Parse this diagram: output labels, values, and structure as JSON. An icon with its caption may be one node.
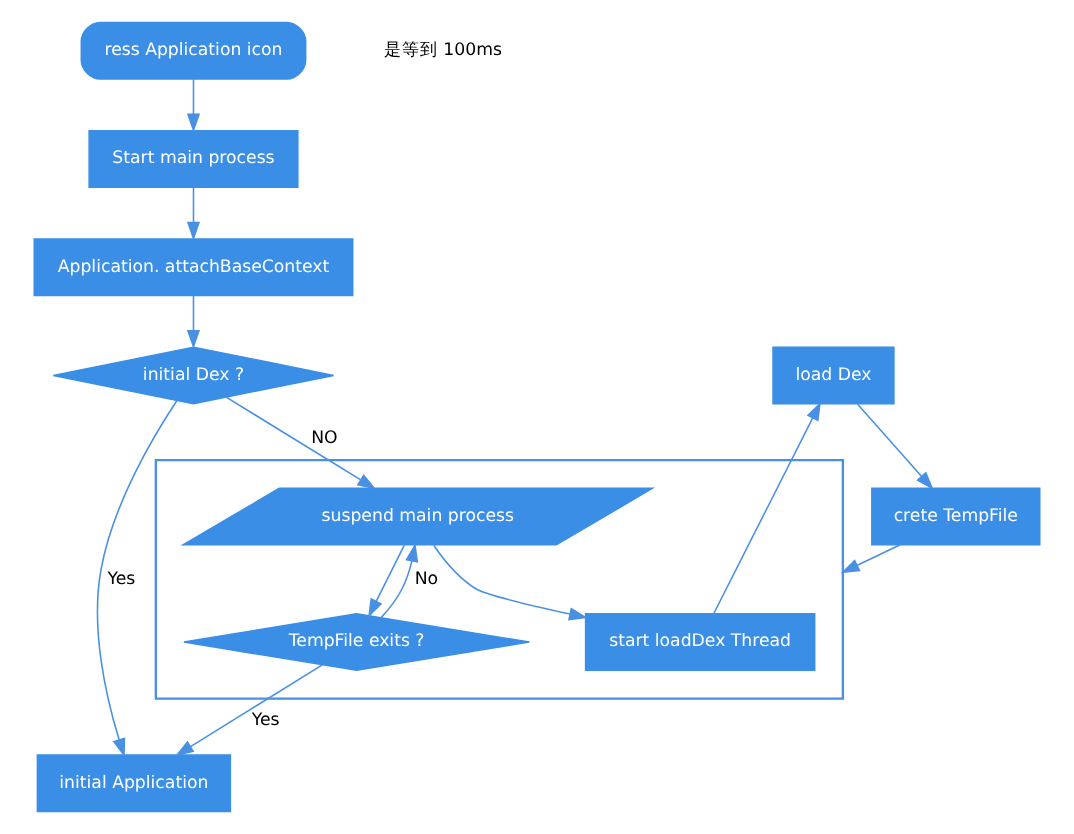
{
  "diagram": {
    "nodes": [
      {
        "text": [
          "ress Application icon"
        ]
      },
      {
        "text": [
          "Start main process"
        ]
      },
      {
        "text": [
          "Application. attachBaseContext"
        ]
      },
      {
        "text": [
          "initial Dex ?"
        ]
      },
      {
        "text": [],
        "shape": "box"
      },
      {
        "text": [
          "start loadDex Thread"
        ],
        "in": 4
      },
      {
        "text": [
          "suspend main process"
        ],
        "in": 4
      },
      {
        "text": [
          "TempFile exits ?"
        ],
        "in": 4
      },
      {
        "text": [
          "load Dex"
        ]
      },
      {
        "text": [
          "crete TempFile"
        ]
      },
      {
        "text": [
          "initial Application"
        ]
      }
    ],
    "edges": [
      {
        "from": 0,
        "to": 1,
        "arrow": "to"
      },
      {
        "from": 1,
        "to": 2,
        "arrow": "to"
      },
      {
        "from": 2,
        "to": 3,
        "arrow": "to"
      },
      {
        "from": 3,
        "to": 6,
        "arrow": "to",
        "label": "NO"
      },
      {
        "from": 3,
        "to": 10,
        "arrow": "to",
        "label": "Yes"
      },
      {
        "from": 6,
        "to": 5,
        "arrow": "to"
      },
      {
        "from": 5,
        "to": 8,
        "arrow": "to"
      },
      {
        "from": 8,
        "to": 9,
        "arrow": "to"
      },
      {
        "from": 9,
        "to": 4,
        "arrow": "to"
      },
      {
        "from": 6,
        "to": 7,
        "arrow": "to"
      },
      {
        "from": 7,
        "to": 6,
        "arrow": "to",
        "label": "No"
      },
      {
        "from": 7,
        "to": 10,
        "arrow": "to",
        "label": "Yes"
      }
    ],
    "labels": [
      "是等到 100ms"
    ]
  }
}
